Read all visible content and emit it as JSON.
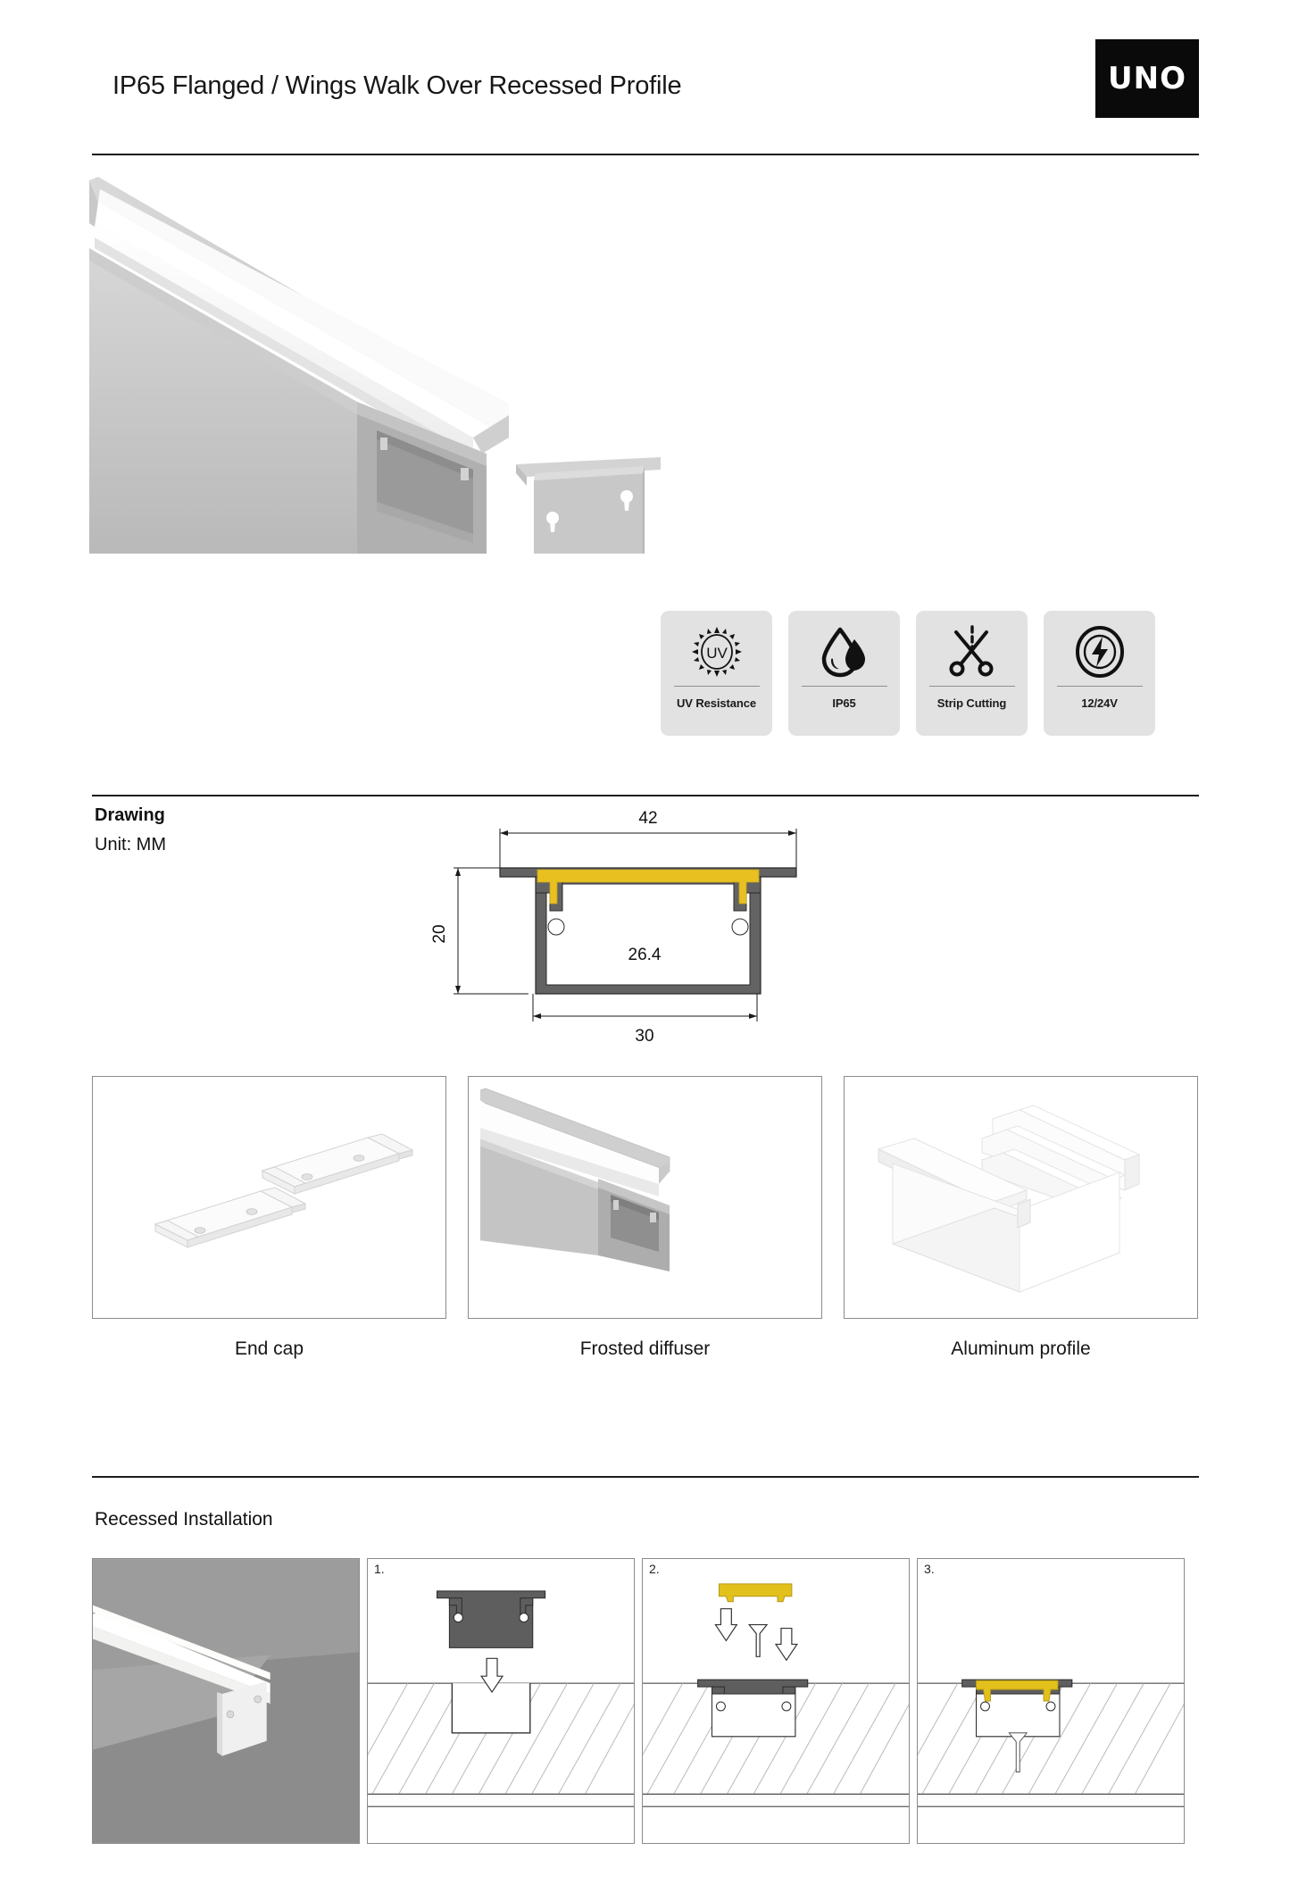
{
  "header": {
    "title": "IP65 Flanged / Wings Walk Over Recessed Profile",
    "logo_text": "UNO"
  },
  "features": [
    {
      "label": "UV Resistance",
      "icon": "uv-sun-icon"
    },
    {
      "label": "IP65",
      "icon": "water-drop-icon"
    },
    {
      "label": "Strip Cutting",
      "icon": "scissors-icon"
    },
    {
      "label": "12/24V",
      "icon": "voltage-bolt-icon"
    }
  ],
  "drawing": {
    "heading": "Drawing",
    "unit": "Unit:  MM",
    "dimensions": {
      "outer_width": "42",
      "height": "20",
      "inner_width": "26.4",
      "body_width": "30"
    }
  },
  "components": [
    {
      "label": "End cap",
      "art": "end-cap-art"
    },
    {
      "label": "Frosted diffuser",
      "art": "frosted-diffuser-art"
    },
    {
      "label": "Aluminum profile",
      "art": "aluminum-profile-art"
    }
  ],
  "installation": {
    "heading": "Recessed Installation",
    "steps": [
      {
        "number": "1."
      },
      {
        "number": "2."
      },
      {
        "number": "3."
      }
    ]
  },
  "colors": {
    "accent_diffuser": "#e8c020",
    "profile_grey": "#575757",
    "badge_bg": "#e2e2e2",
    "logo_bg": "#0a0a0a",
    "rule": "#1d1d1d"
  }
}
